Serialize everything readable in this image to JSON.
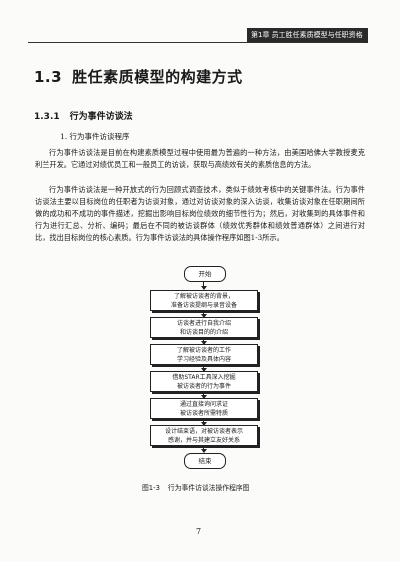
{
  "header": {
    "running_head": "第1章 员工胜任素质模型与任职资格"
  },
  "section": {
    "number": "1.3",
    "title": "胜任素质模型的构建方式"
  },
  "subsection": {
    "number": "1.3.1",
    "title": "行为事件访谈法"
  },
  "item": {
    "title": "1. 行为事件访谈程序"
  },
  "paragraphs": [
    "行为事件访谈法是目前在构建素质模型过程中使用最为普遍的一种方法，由美国哈佛大学教授麦克利兰开发。它通过对绩优员工和一般员工的访谈，获取与高绩效有关的素质信息的方法。",
    "行为事件访谈法是一种开放式的行为回顾式调查技术，类似于绩效考核中的关键事件法。行为事件访谈法主要以目标岗位的任职者为访谈对象，通过对访谈对象的深入访谈，收集访谈对象在任职期间所做的成功和不成功的事件描述，挖掘出影响目标岗位绩效的细节性行为；然后，对收集到的具体事件和行为进行汇总、分析、编码；最后在不同的被访谈群体（绩效优秀群体和绩效普通群体）之间进行对比，找出目标岗位的核心素质。行为事件访谈法的具体操作程序如图1-3所示。"
  ],
  "flowchart": {
    "start": "开始",
    "end": "结束",
    "steps": [
      [
        "了解被访谈者的背景，",
        "准备访谈提纲与录音设备"
      ],
      [
        "访谈者进行自我介绍",
        "和访谈目的的介绍"
      ],
      [
        "了解被访谈者的工作",
        "学习经验及具体内容"
      ],
      [
        "借助STAR工具深入挖掘",
        "被访谈者的行为事件"
      ],
      [
        "通过直接询问求证",
        "被访谈者所需特质"
      ],
      [
        "设计结束语，对被访谈者表示",
        "感谢，并与其建立友好关系"
      ]
    ]
  },
  "figure": {
    "number": "图1-3",
    "caption": "行为事件访谈法操作程序图"
  },
  "page_number": "7"
}
